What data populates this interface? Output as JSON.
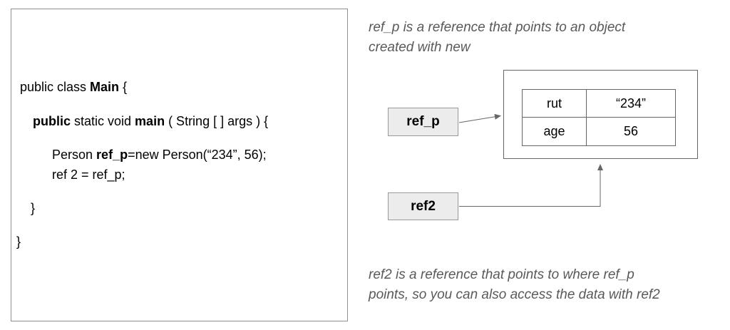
{
  "code": {
    "line1": {
      "p0": "public class ",
      "p1": "Main",
      "p2": " {"
    },
    "line2": {
      "p0": "public",
      "p1": " static void ",
      "p2": "main",
      "p3": " ( String [ ] args ) {"
    },
    "line3": {
      "p0": "Person ",
      "p1": "ref_p",
      "p2": "=new Person(“234”, 56);"
    },
    "line4": {
      "p0": "ref 2 = ref_p;"
    },
    "line5": {
      "p0": "}"
    },
    "line6": {
      "p0": "}"
    }
  },
  "notes": {
    "top": {
      "line1": "ref_p is a reference that points to an object",
      "line2": "created with new"
    },
    "bottom": {
      "line1": "ref2 is a reference that points to where ref_p",
      "line2": "points, so you can also access the data with ref2"
    }
  },
  "diagram": {
    "refp_label": "ref_p",
    "ref2_label": "ref2",
    "object": {
      "rows": [
        {
          "field": "rut",
          "value": "“234”"
        },
        {
          "field": "age",
          "value": "56"
        }
      ]
    }
  },
  "colors": {
    "code_box_border": "#8f8f8f",
    "diagram_border": "#666666",
    "ref_box_fill": "#ececec",
    "ref_box_border": "#999999",
    "note_text": "#595959",
    "arrow": "#666666"
  }
}
